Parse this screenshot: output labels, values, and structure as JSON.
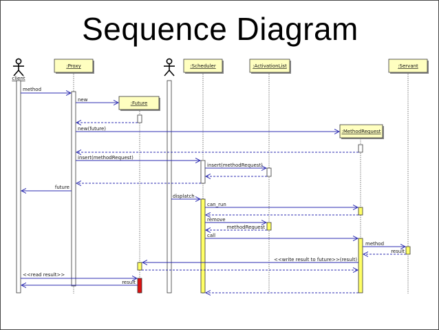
{
  "title": "Sequence Diagram",
  "colors": {
    "object_fill": "#ffffc0",
    "activation_fill": "#ffff66",
    "message_line": "#2b2bb0",
    "highlight_fill": "#dd1111"
  },
  "actors": [
    {
      "id": "client",
      "label": "client"
    },
    {
      "id": "actor2",
      "label": ""
    }
  ],
  "objects": [
    {
      "id": "proxy",
      "label": ":Proxy"
    },
    {
      "id": "future",
      "label": ":Future"
    },
    {
      "id": "scheduler",
      "label": ":Scheduler"
    },
    {
      "id": "activationlist",
      "label": ":ActivationList"
    },
    {
      "id": "methodrequest",
      "label": ":MethodRequest"
    },
    {
      "id": "servant",
      "label": ":Servant"
    }
  ],
  "messages": [
    {
      "from": "client",
      "to": "proxy",
      "label": "method",
      "kind": "call"
    },
    {
      "from": "proxy",
      "to": "future",
      "label": "new",
      "kind": "create"
    },
    {
      "from": "future",
      "to": "proxy",
      "label": "",
      "kind": "return"
    },
    {
      "from": "proxy",
      "to": "methodrequest",
      "label": "new(future)",
      "kind": "create"
    },
    {
      "from": "methodrequest",
      "to": "proxy",
      "label": "",
      "kind": "return"
    },
    {
      "from": "proxy",
      "to": "scheduler",
      "label": "insert(methodRequest)",
      "kind": "call"
    },
    {
      "from": "scheduler",
      "to": "activationlist",
      "label": "insert(methodRequest)",
      "kind": "call"
    },
    {
      "from": "activationlist",
      "to": "scheduler",
      "label": "",
      "kind": "return"
    },
    {
      "from": "scheduler",
      "to": "proxy",
      "label": "",
      "kind": "return"
    },
    {
      "from": "proxy",
      "to": "client",
      "label": "future",
      "kind": "return"
    },
    {
      "from": "actor2",
      "to": "scheduler",
      "label": "displatch",
      "kind": "call"
    },
    {
      "from": "scheduler",
      "to": "methodrequest",
      "label": "can_run",
      "kind": "call"
    },
    {
      "from": "methodrequest",
      "to": "scheduler",
      "label": "",
      "kind": "return"
    },
    {
      "from": "scheduler",
      "to": "activationlist",
      "label": "remove",
      "kind": "call"
    },
    {
      "from": "activationlist",
      "to": "scheduler",
      "label": "methodRequest",
      "kind": "return"
    },
    {
      "from": "scheduler",
      "to": "methodrequest",
      "label": "call",
      "kind": "call"
    },
    {
      "from": "methodrequest",
      "to": "servant",
      "label": "method",
      "kind": "call"
    },
    {
      "from": "servant",
      "to": "methodrequest",
      "label": "result",
      "kind": "return"
    },
    {
      "from": "methodrequest",
      "to": "future",
      "label": "<<write result to future>>(result)",
      "kind": "call"
    },
    {
      "from": "future",
      "to": "methodrequest",
      "label": "",
      "kind": "return"
    },
    {
      "from": "client",
      "to": "future",
      "label": "<<read result>>",
      "kind": "call"
    },
    {
      "from": "future",
      "to": "client",
      "label": "result",
      "kind": "return"
    },
    {
      "from": "methodrequest",
      "to": "scheduler",
      "label": "",
      "kind": "return"
    }
  ]
}
